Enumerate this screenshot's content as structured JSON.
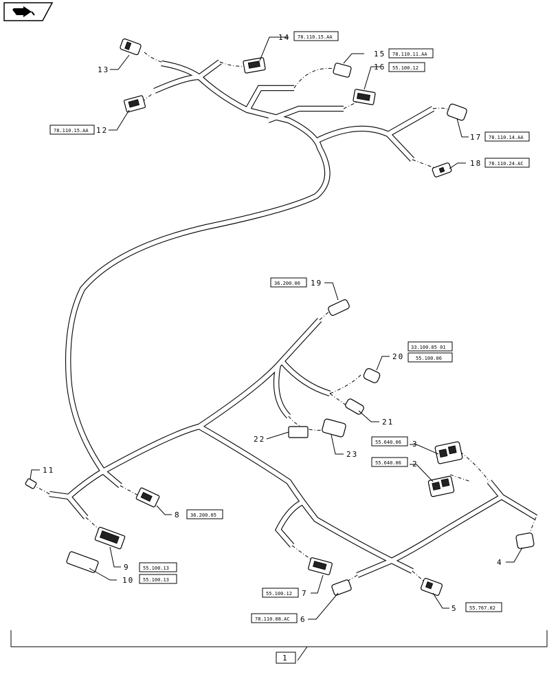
{
  "nav_icon": {
    "name": "back-arrow-icon"
  },
  "callouts": [
    {
      "id": "c1",
      "number": "1",
      "ref": ""
    },
    {
      "id": "c2",
      "number": "2",
      "ref": "55.640.06"
    },
    {
      "id": "c3",
      "number": "3",
      "ref": "55.640.06"
    },
    {
      "id": "c4",
      "number": "4",
      "ref": ""
    },
    {
      "id": "c5",
      "number": "5",
      "ref": "55.767.02"
    },
    {
      "id": "c6",
      "number": "6",
      "ref": "78.110.08.AC"
    },
    {
      "id": "c7",
      "number": "7",
      "ref": "55.100.12"
    },
    {
      "id": "c8",
      "number": "8",
      "ref": "36.200.05"
    },
    {
      "id": "c9",
      "number": "9",
      "ref": "55.100.13"
    },
    {
      "id": "c10",
      "number": "10",
      "ref": "55.100.13"
    },
    {
      "id": "c11",
      "number": "11",
      "ref": ""
    },
    {
      "id": "c12",
      "number": "12",
      "ref": "78.110.15.AA"
    },
    {
      "id": "c13",
      "number": "13",
      "ref": ""
    },
    {
      "id": "c14",
      "number": "14",
      "ref": "78.110.15.AA"
    },
    {
      "id": "c15",
      "number": "15",
      "ref": "78.110.11.AA"
    },
    {
      "id": "c16",
      "number": "16",
      "ref": "55.100.12"
    },
    {
      "id": "c17",
      "number": "17",
      "ref": "78.110.14.AA"
    },
    {
      "id": "c18",
      "number": "18",
      "ref": "78.110.24.AC"
    },
    {
      "id": "c19",
      "number": "19",
      "ref": "36.200.06"
    },
    {
      "id": "c20",
      "number": "20",
      "ref": "33.100.05 01"
    },
    {
      "id": "c20b",
      "number": "",
      "ref": "55.100.06"
    },
    {
      "id": "c21",
      "number": "21",
      "ref": ""
    },
    {
      "id": "c22",
      "number": "22",
      "ref": ""
    },
    {
      "id": "c23",
      "number": "23",
      "ref": ""
    }
  ]
}
